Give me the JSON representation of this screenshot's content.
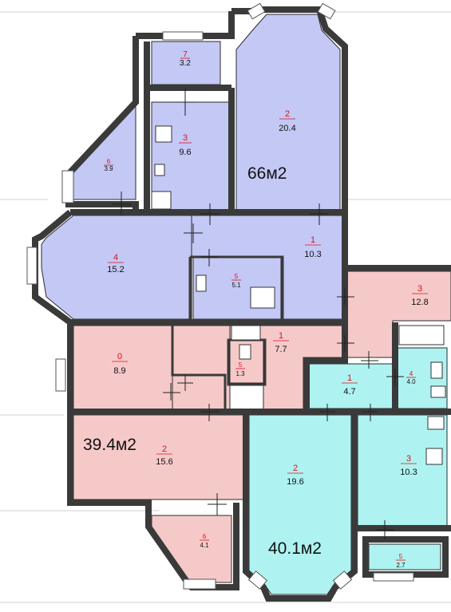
{
  "rooms": [
    {
      "id": "r-top-7",
      "number": "7",
      "area": "3.2",
      "apartment": "a66"
    },
    {
      "id": "r-top-3",
      "number": "3",
      "area": "9.6",
      "apartment": "a66"
    },
    {
      "id": "r-top-2",
      "number": "2",
      "area": "20.4",
      "apartment": "a66"
    },
    {
      "id": "r-top-6",
      "number": "6",
      "area": "3.9",
      "apartment": "a66"
    },
    {
      "id": "r-top-4",
      "number": "4",
      "area": "15.2",
      "apartment": "a66"
    },
    {
      "id": "r-top-1",
      "number": "1",
      "area": "10.3",
      "apartment": "a66"
    },
    {
      "id": "r-top-5",
      "number": "5",
      "area": "5.1",
      "apartment": "a66"
    },
    {
      "id": "r-mid-3",
      "number": "3",
      "area": "12.8",
      "apartment": "a39"
    },
    {
      "id": "r-mid-0",
      "number": "0",
      "area": "8.9",
      "apartment": "a39"
    },
    {
      "id": "r-mid-1",
      "number": "1",
      "area": "7.7",
      "apartment": "a39"
    },
    {
      "id": "r-mid-5",
      "number": "5",
      "area": "1.3",
      "apartment": "a39"
    },
    {
      "id": "r-mid-2",
      "number": "2",
      "area": "15.6",
      "apartment": "a39"
    },
    {
      "id": "r-mid-6",
      "number": "6",
      "area": "4.1",
      "apartment": "a39"
    },
    {
      "id": "r-bot-1",
      "number": "1",
      "area": "4.7",
      "apartment": "a40"
    },
    {
      "id": "r-bot-4",
      "number": "4",
      "area": "4.0",
      "apartment": "a40"
    },
    {
      "id": "r-bot-2",
      "number": "2",
      "area": "19.6",
      "apartment": "a40"
    },
    {
      "id": "r-bot-3",
      "number": "3",
      "area": "10.3",
      "apartment": "a40"
    },
    {
      "id": "r-bot-5",
      "number": "5",
      "area": "2.7",
      "apartment": "a40"
    }
  ],
  "apartments": {
    "a66": {
      "label": "66м2",
      "color": "#c3c8f5"
    },
    "a39": {
      "label": "39.4м2",
      "color": "#f6c9c9"
    },
    "a40": {
      "label": "40.1м2",
      "color": "#aef3f1"
    },
    "common": {
      "color": "#ffffff"
    }
  }
}
